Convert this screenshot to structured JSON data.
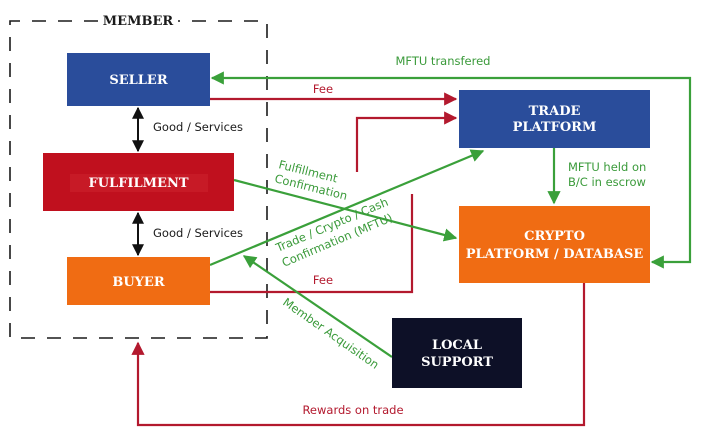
{
  "diagram": {
    "member_group": {
      "title": "MEMBER"
    },
    "nodes": {
      "seller": {
        "label": "SELLER",
        "color": "#2a4d9b"
      },
      "fulfilment": {
        "label": "FULFILMENT",
        "color": "#c0101e"
      },
      "buyer": {
        "label": "BUYER",
        "color": "#f06c13"
      },
      "trade_platform": {
        "line1": "TRADE",
        "line2": "PLATFORM",
        "color": "#2a4d9b"
      },
      "crypto_platform": {
        "line1": "CRYPTO",
        "line2": "PLATFORM / DATABASE",
        "color": "#f06c13"
      },
      "local_support": {
        "line1": "LOCAL",
        "line2": "SUPPORT",
        "color": "#0d1027"
      }
    },
    "edges": {
      "seller_fulfilment": {
        "label": "Good / Services"
      },
      "fulfilment_buyer": {
        "label": "Good / Services"
      },
      "mftu_transfered": {
        "label": "MFTU transfered"
      },
      "seller_fee": {
        "label": "Fee"
      },
      "buyer_fee": {
        "label": "Fee"
      },
      "mftu_held": {
        "line1": "MFTU held on",
        "line2": "B/C in escrow"
      },
      "fulfillment_confirmation": {
        "line1": "Fulfillment",
        "line2": "Confirmation"
      },
      "trade_confirmation": {
        "line1": "Trade / Crypto / Cash",
        "line2": "Confirmation (MFTU)"
      },
      "member_acquisition": {
        "label": "Member Acquisition"
      },
      "rewards": {
        "label": "Rewards on trade"
      }
    },
    "colors": {
      "green": "#3aa03a",
      "red": "#b3192e",
      "dark": "#111111"
    }
  }
}
